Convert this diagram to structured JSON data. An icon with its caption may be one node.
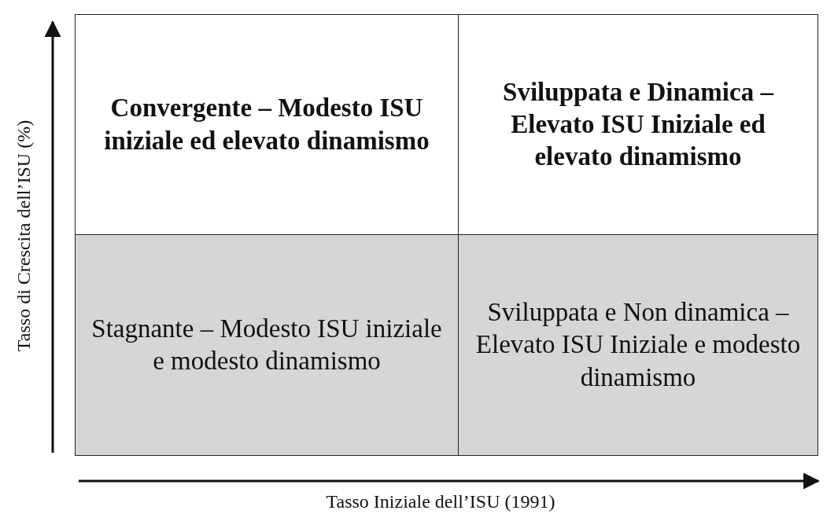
{
  "diagram": {
    "nodes": [
      {
        "text": [
          "Convergente – Modesto ISU iniziale ed elevato dinamismo"
        ]
      },
      {
        "text": [
          "Sviluppata e Dinamica – Elevato ISU Iniziale ed elevato dinamismo"
        ]
      },
      {
        "text": [
          "Stagnante – Modesto ISU iniziale e modesto dinamismo"
        ]
      },
      {
        "text": [
          "Sviluppata e Non dinamica – Elevato ISU Iniziale e modesto dinamismo"
        ]
      }
    ],
    "labels": [
      "Tasso di Crescita dell’ISU (%)",
      "Tasso Iniziale dell’ISU (1991)"
    ]
  }
}
